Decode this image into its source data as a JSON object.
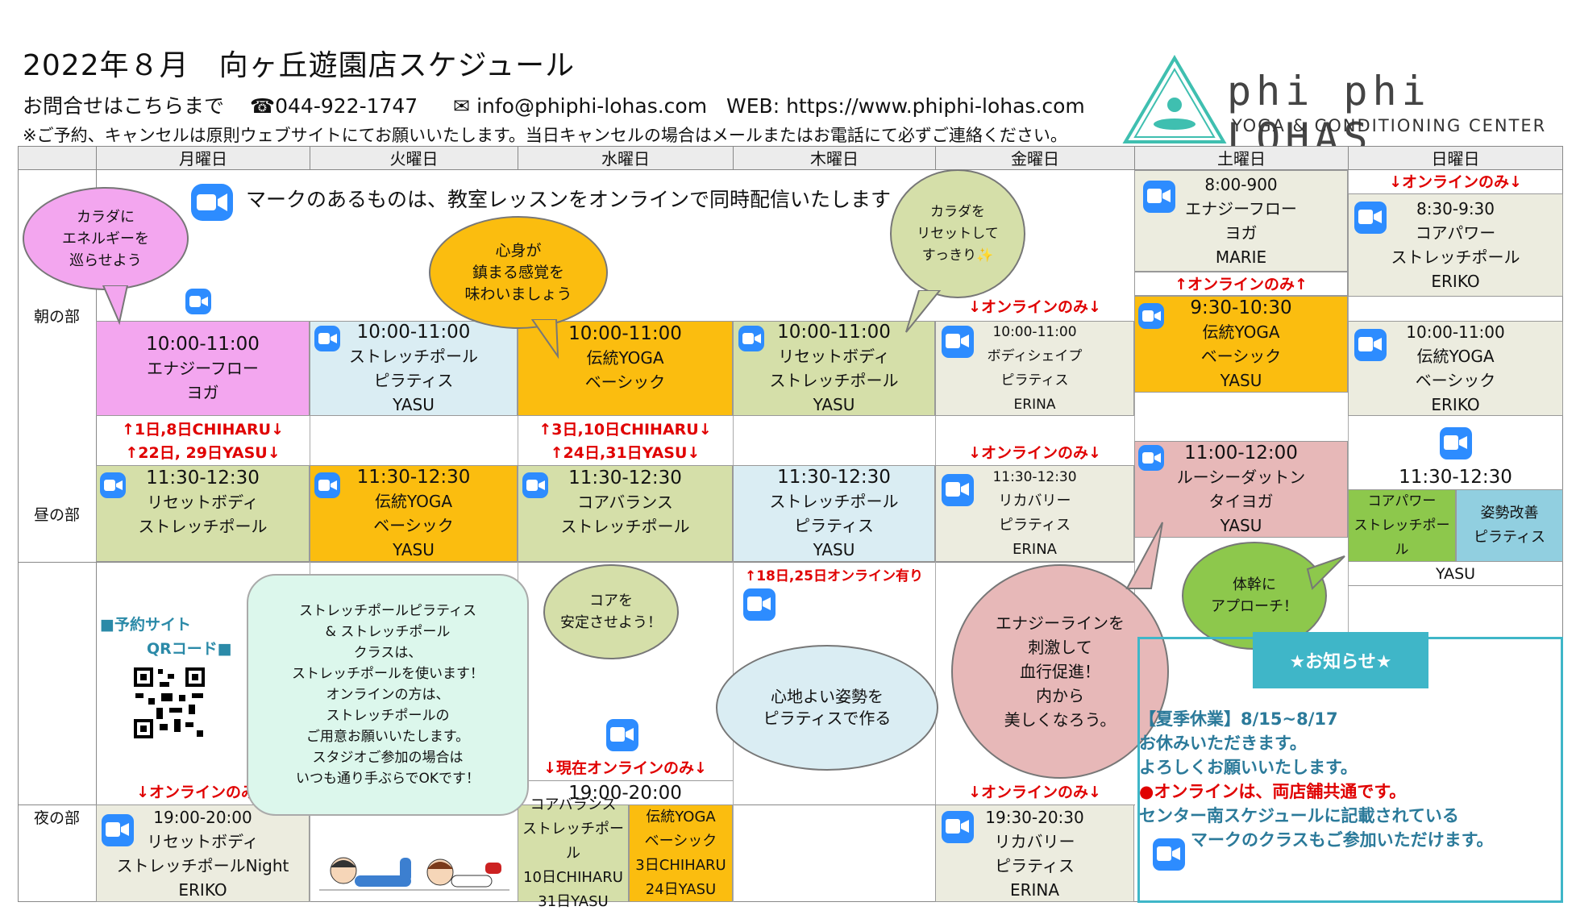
{
  "header": {
    "title": "2022年８月　向ヶ丘遊園店スケジュール",
    "contact_prefix": "お問合せはこちらまで",
    "phone": "☎044-922-1747",
    "email": "✉ info@phiphi-lohas.com",
    "web": "WEB: https://www.phiphi-lohas.com",
    "notice": "※ご予約、キャンセルは原則ウェブサイトにてお願いいたします。当日キャンセルの場合はメールまたはお電話にて必ずご連絡ください。"
  },
  "logo": {
    "text": "phi phi LOHAS",
    "subtitle": "YOGA & CONDITIONING CENTER"
  },
  "days": [
    "月曜日",
    "火曜日",
    "水曜日",
    "木曜日",
    "金曜日",
    "土曜日",
    "日曜日"
  ],
  "periods": {
    "morning": "朝の部",
    "noon": "昼の部",
    "night": "夜の部"
  },
  "banner": "マークのあるものは、教室レッスンをオンラインで同時配信いたします",
  "morning": {
    "mon": [
      "10:00-11:00",
      "エナジーフロー",
      "ヨガ"
    ],
    "tue": [
      "10:00-11:00",
      "ストレッチポール",
      "ピラティス",
      "YASU"
    ],
    "wed": [
      "10:00-11:00",
      "伝統YOGA",
      "ベーシック"
    ],
    "thu": [
      "10:00-11:00",
      "リセットボディ",
      "ストレッチポール",
      "YASU"
    ],
    "fri": [
      "10:00-11:00",
      "ボディシェイプ",
      "ピラティス",
      "ERINA"
    ],
    "sat1": [
      "8:00-900",
      "エナジーフロー",
      "ヨガ",
      "MARIE"
    ],
    "sat2": [
      "9:30-10:30",
      "伝統YOGA",
      "ベーシック",
      "YASU"
    ],
    "sun1": [
      "8:30-9:30",
      "コアパワー",
      "ストレッチポール",
      "ERIKO"
    ],
    "sun2": [
      "10:00-11:00",
      "伝統YOGA",
      "ベーシック",
      "ERIKO"
    ]
  },
  "notes": {
    "mon1": "↑1日,8日CHIHARU↓",
    "mon2": "↑22日, 29日YASU↓",
    "wed1": "↑3日,10日CHIHARU↓",
    "wed2": "↑24日,31日YASU↓",
    "fri_online1": "↓オンラインのみ↓",
    "fri_online2": "↓オンラインのみ↓",
    "fri_online3": "↓オンラインのみ↓",
    "sat_online": "↑オンラインのみ↑",
    "sun_online": "↓オンラインのみ↓",
    "thu_online": "↑18日,25日オンライン有り",
    "wed_online": "↓現在オンラインのみ↓",
    "mon_online": "↓オンラインのみ↓"
  },
  "noon": {
    "mon": [
      "11:30-12:30",
      "リセットボディ",
      "ストレッチポール"
    ],
    "tue": [
      "11:30-12:30",
      "伝統YOGA",
      "ベーシック",
      "YASU"
    ],
    "wed": [
      "11:30-12:30",
      "コアバランス",
      "ストレッチポール"
    ],
    "thu": [
      "11:30-12:30",
      "ストレッチポール",
      "ピラティス",
      "YASU"
    ],
    "fri": [
      "11:30-12:30",
      "リカバリー",
      "ピラティス",
      "ERINA"
    ],
    "sat": [
      "11:00-12:00",
      "ルーシーダットン",
      "タイヨガ",
      "YASU"
    ],
    "sun_time": "11:30-12:30",
    "sun_a": [
      "コアパワー",
      "ストレッチポール"
    ],
    "sun_b": [
      "姿勢改善",
      "ピラティス"
    ],
    "sun_teacher": "YASU"
  },
  "night": {
    "mon": [
      "19:00-20:00",
      "リセットボディ",
      "ストレッチポールNight",
      "ERIKO"
    ],
    "wed_time": "19:00-20:00",
    "wed_a": [
      "コアバランス",
      "ストレッチポール",
      "10日CHIHARU",
      "31日YASU"
    ],
    "wed_b": [
      "伝統YOGA",
      "ベーシック",
      "3日CHIHARU",
      "24日YASU"
    ],
    "fri": [
      "19:30-20:30",
      "リカバリー",
      "ピラティス",
      "ERINA"
    ]
  },
  "bubbles": {
    "pink": [
      "カラダに",
      "エネルギーを",
      "巡らせよう"
    ],
    "orange": [
      "心身が",
      "鎮まる感覚を",
      "味わいましょう"
    ],
    "green": [
      "カラダを",
      "リセットして",
      "すっきり✨"
    ],
    "core": [
      "コアを",
      "安定させよう！"
    ],
    "posture": [
      "心地よい姿勢を",
      "ピラティスで作る"
    ],
    "energy": [
      "エナジーラインを",
      "刺激して",
      "血行促進！",
      "内から",
      "美しくなろう。"
    ],
    "trunk": [
      "体幹に",
      "アプローチ！"
    ],
    "stretch": [
      "ストレッチポールピラティス",
      "& ストレッチポール",
      "クラスは、",
      "ストレッチポールを使います！",
      "オンラインの方は、",
      "ストレッチポールの",
      "ご用意お願いいたします。",
      "スタジオご参加の場合は",
      "いつも通り手ぶらでOKです！"
    ]
  },
  "qr": {
    "line1": "■予約サイト",
    "line2": "QRコード■"
  },
  "news": {
    "title": "★お知らせ★",
    "lines": [
      "【夏季休業】8/15~8/17",
      "お休みいただきます。",
      "よろしくお願いいたします。",
      "●オンラインは、両店舗共通です。",
      "センター南スケジュールに記載されている",
      "マークのクラスもご参加いただけます。"
    ]
  },
  "colors": {
    "pink": "#f3a6ef",
    "blue": "#daedf3",
    "orange": "#fbbd0f",
    "olive": "#d5dfa9",
    "beige": "#ececdf",
    "rose": "#e7b8b8",
    "green": "#8dc84c",
    "teal": "#91cfe0"
  }
}
